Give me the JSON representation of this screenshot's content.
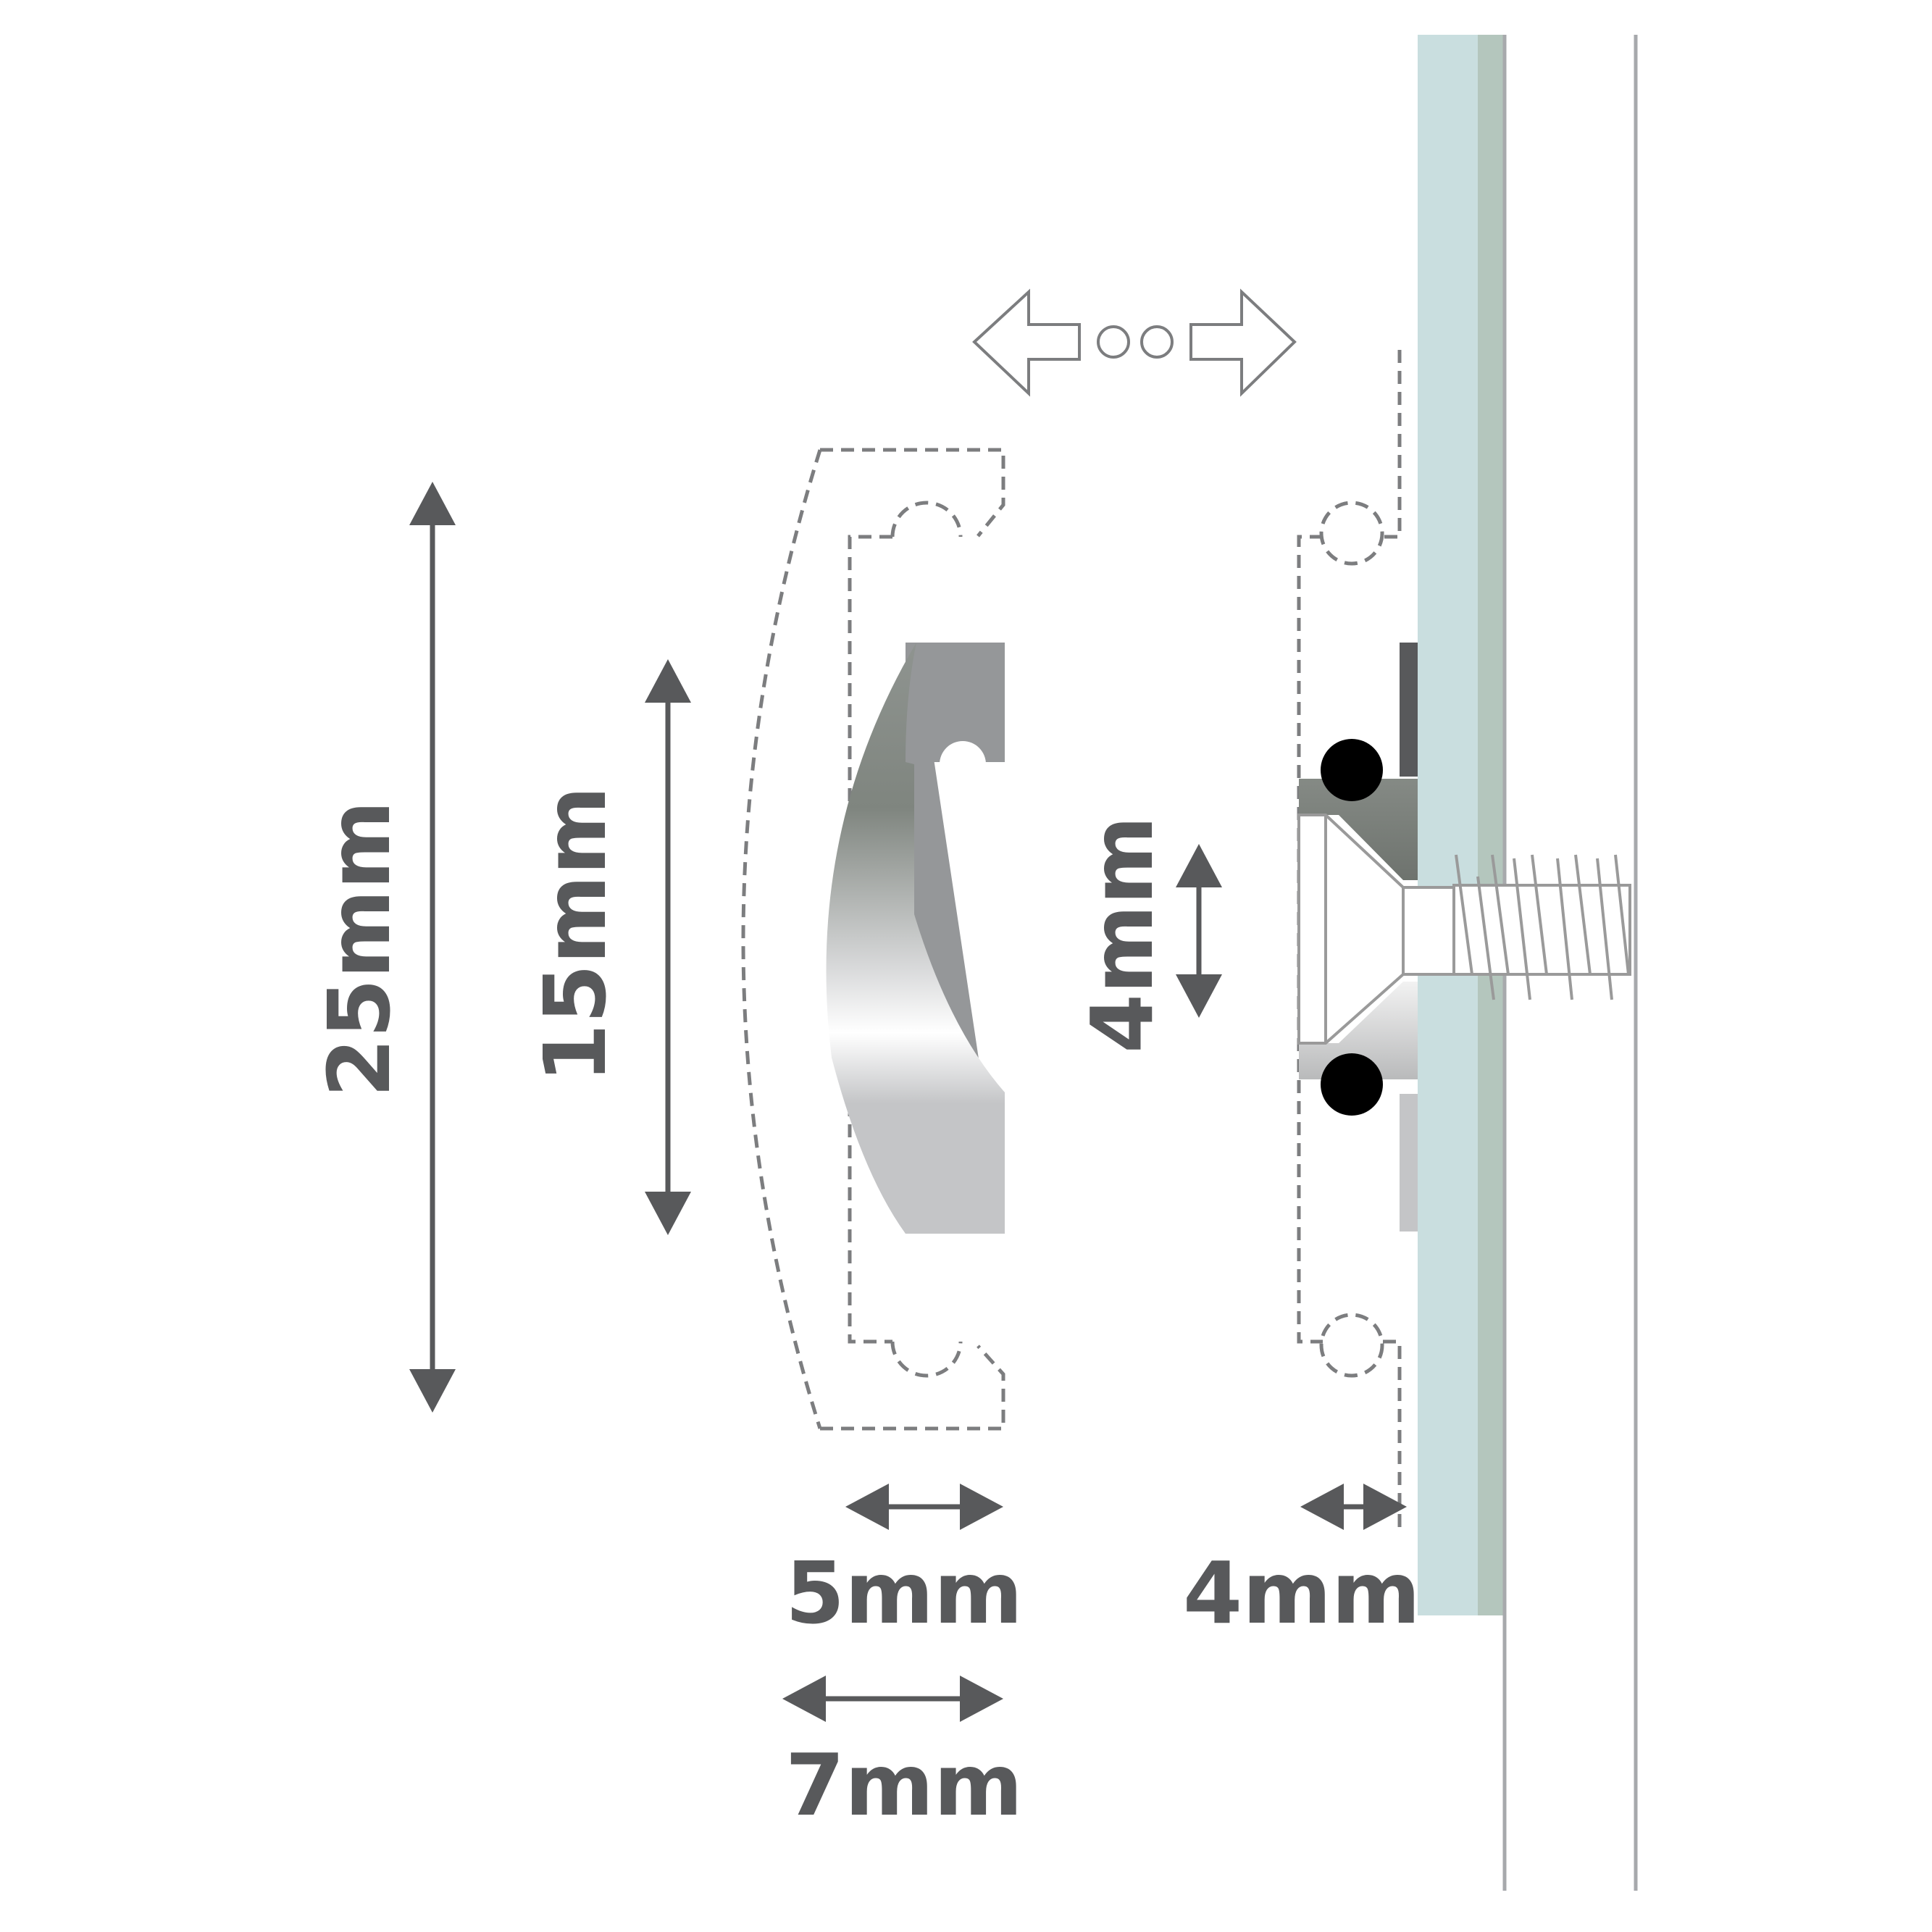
{
  "dimensions": {
    "profile_height": "25mm",
    "strip_height": "15mm",
    "base_depth": "5mm",
    "profile_depth": "7mm",
    "gap_vertical": "4mm",
    "gap_horizontal": "4mm"
  },
  "colors": {
    "dimension_gray": "#58595b",
    "wall_glass": "#c9dedf",
    "wall_edge": "#b4c6bd",
    "metal_dark": "#959799",
    "screw_outline": "#9a9a9a",
    "dashed_outline": "#7c7d7f"
  },
  "icons": {
    "slide_arrow": "double-arrow-icon",
    "screw": "screw-icon",
    "magnet": "magnet-icon"
  }
}
